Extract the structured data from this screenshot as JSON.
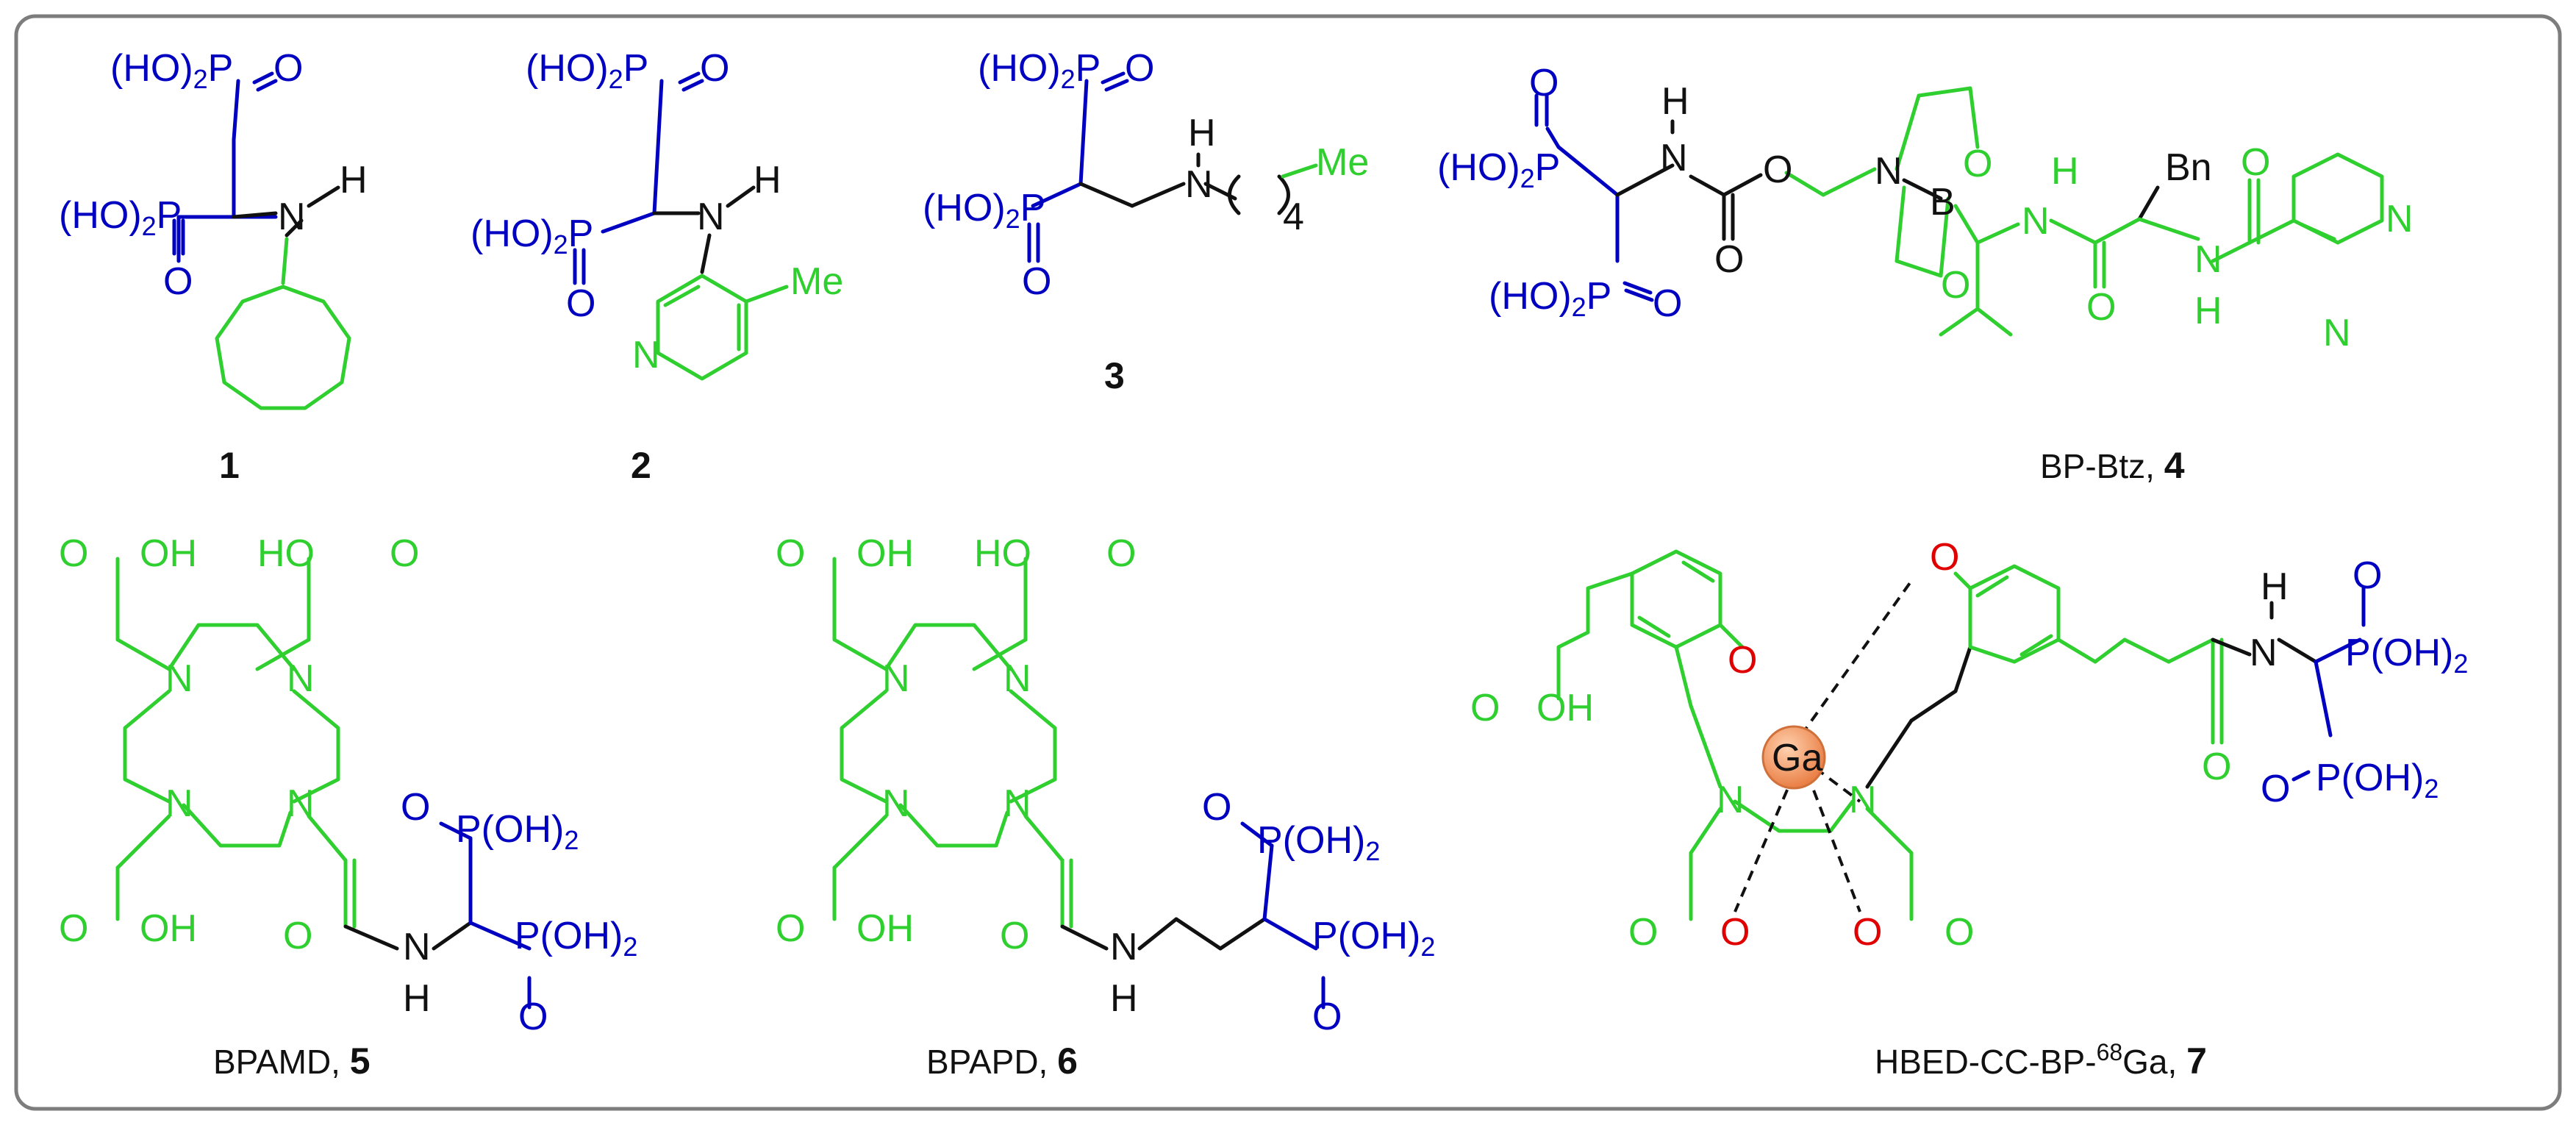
{
  "compounds": [
    {
      "name": "",
      "number": "1"
    },
    {
      "name": "",
      "number": "2"
    },
    {
      "name": "",
      "number": "3"
    },
    {
      "name": "BP-Btz,",
      "number": "4"
    },
    {
      "name": "BPAMD,",
      "number": "5"
    },
    {
      "name": "BPAPD,",
      "number": "6"
    },
    {
      "name": "HBED-CC-BP-",
      "superscript": "68",
      "suffix": "Ga,",
      "number": "7"
    }
  ],
  "labels": {
    "ho2p": "(HO)",
    "sub2": "2",
    "p": "P",
    "o": "O",
    "po_oh2": "P(OH)",
    "n": "N",
    "h": "H",
    "me": "Me",
    "oh": "OH",
    "ho": "HO",
    "bn": "Bn",
    "b": "B",
    "ga": "Ga",
    "sub4": "4"
  },
  "colors": {
    "bisphosphonate": "#0000c0",
    "linker": "#111111",
    "targeting": "#2fcf2f",
    "gallium_oxygen": "#e00000",
    "gallium_sphere": "#f0a070"
  }
}
